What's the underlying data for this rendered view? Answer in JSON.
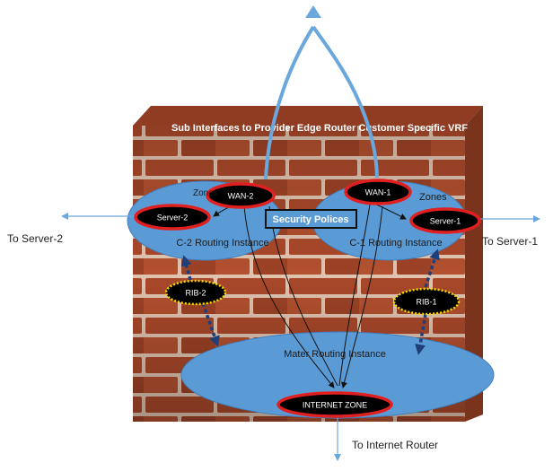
{
  "title": "Sub Interfaces to Provider Edge Router Customer Specific  VRF",
  "left_zone": {
    "zones_label": "Zones",
    "routing_label": "C-2 Routing Instance",
    "wan": "WAN-2",
    "server": "Server-2",
    "rib": "RIB-2"
  },
  "right_zone": {
    "zones_label": "Zones",
    "routing_label": "C-1 Routing Instance",
    "wan": "WAN-1",
    "server": "Server-1",
    "rib": "RIB-1"
  },
  "security_policies": "Security Polices",
  "master": {
    "label": "Mater Routing Instance",
    "internet_zone": "INTERNET ZONE"
  },
  "destinations": {
    "left": "To Server-2",
    "right": "To Server-1",
    "bottom": "To Internet Router"
  },
  "colors": {
    "brick": "#a9482a",
    "mortar": "#e0c4b0",
    "ellipse": "#5b9bd5",
    "outline": "#e02020",
    "light_blue": "#6aa7dc",
    "rib_border": "#f5d800",
    "arrow_dark": "#1f3f7a"
  }
}
